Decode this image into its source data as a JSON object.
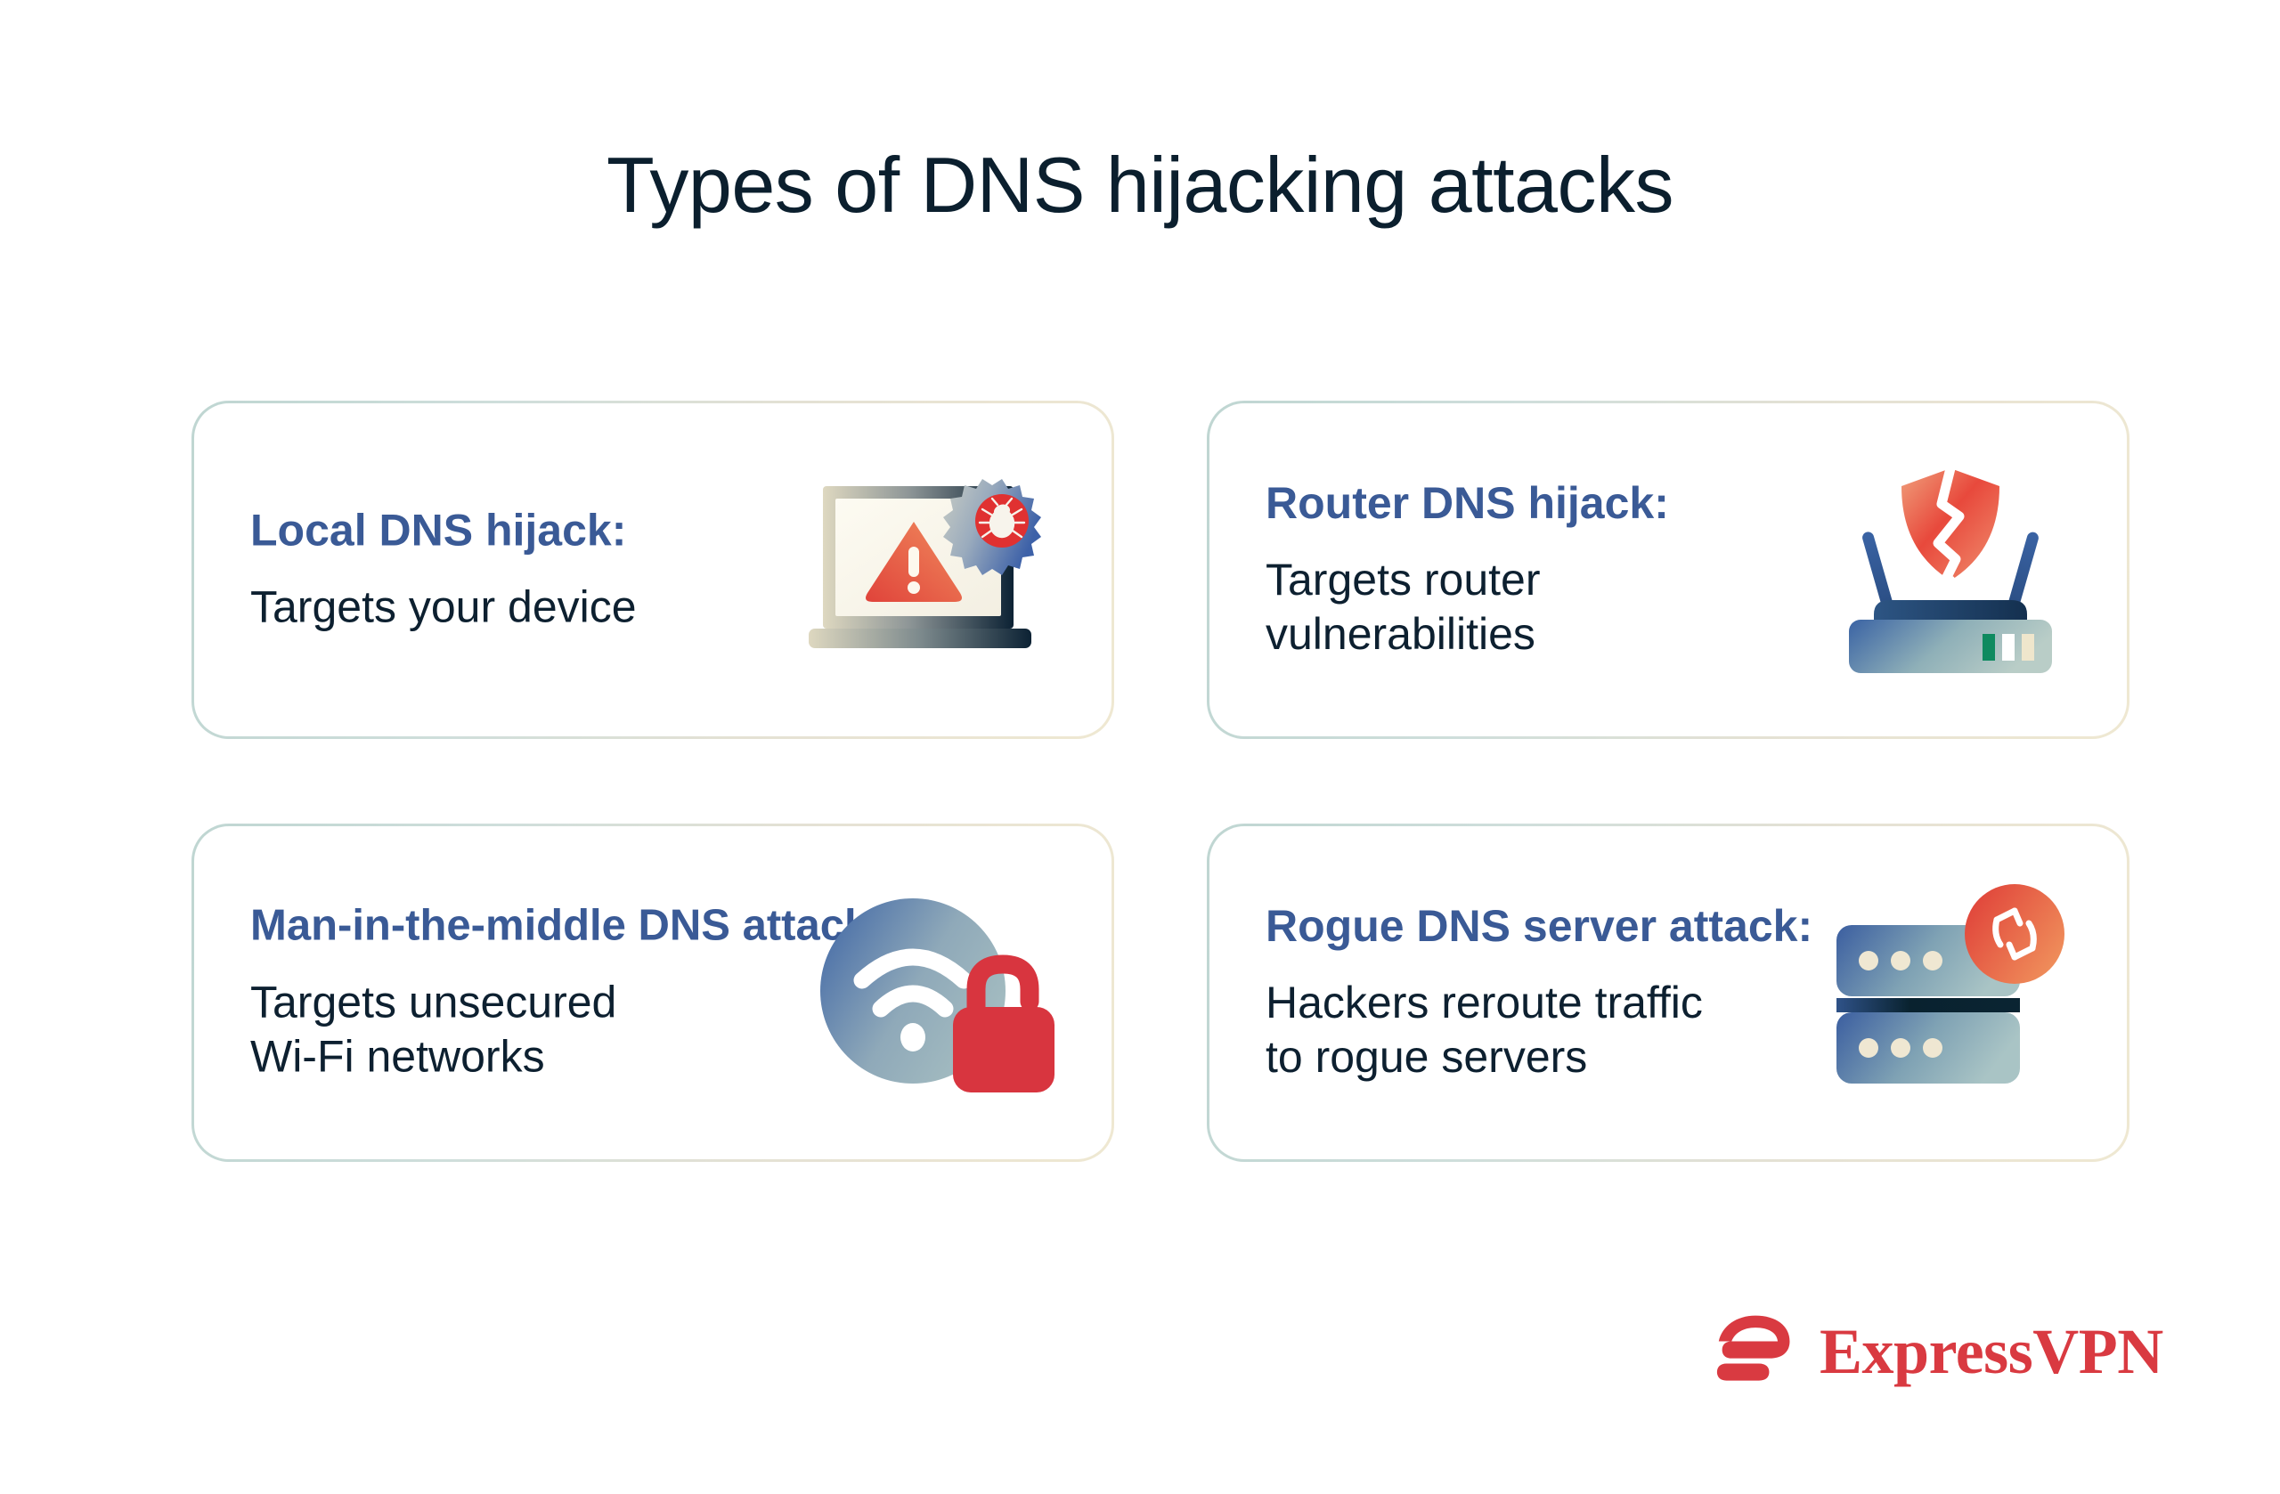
{
  "page": {
    "title": "Types of DNS hijacking attacks",
    "background_color": "#ffffff"
  },
  "theme": {
    "heading_color": "#3a5a96",
    "body_color": "#0d2030",
    "title_color": "#0b1f2e",
    "card_border_start": "#bfd6d2",
    "card_border_end": "#efe8d2",
    "brand_red": "#d93a41",
    "alert_red": "#e03131",
    "accent_orange": "#ef7a52"
  },
  "cards": [
    {
      "heading": "Local DNS hijack:",
      "body": "Targets your device",
      "icon": "laptop-warning-bug-gear-icon"
    },
    {
      "heading": "Router DNS hijack:",
      "body": "Targets router\nvulnerabilities",
      "icon": "router-broken-shield-icon"
    },
    {
      "heading": "Man-in-the-middle DNS attack:",
      "body": "Targets unsecured\nWi-Fi networks",
      "icon": "wifi-open-padlock-icon"
    },
    {
      "heading": "Rogue DNS server attack:",
      "body": "Hackers reroute traffic\nto rogue servers",
      "icon": "server-stack-sync-icon"
    }
  ],
  "logo": {
    "wordmark": "ExpressVPN",
    "mark": "expressvpn-e-mark-icon",
    "color": "#d93a41"
  }
}
